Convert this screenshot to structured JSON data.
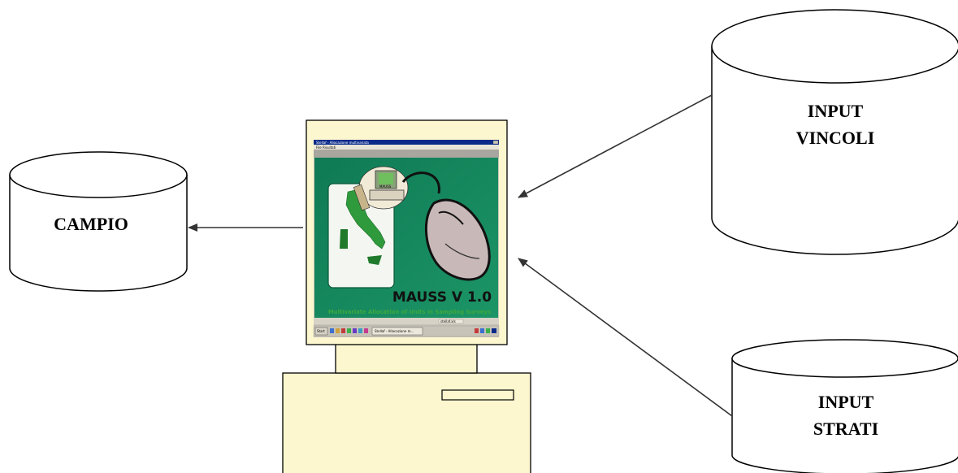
{
  "databases": {
    "campio": {
      "label": "CAMPIO"
    },
    "vincoli": {
      "line1": "INPUT",
      "line2": "VINCOLI"
    },
    "strati": {
      "line1": "INPUT",
      "line2": "STRATI"
    }
  },
  "screen": {
    "window_title": "Stellaf - Allocazione multivariata",
    "menu": "File  Risultati",
    "app_title": "MAUSS V 1.0",
    "app_subtitle": "Multivariate Allocation of Units in Sampling Surveys",
    "mini_icon_label": "MAUSS",
    "status_text": "stellaf.xls",
    "taskbar": {
      "start": "Start",
      "task": "Stellaf - Allocazione m..."
    }
  },
  "colors": {
    "monitor_body": "#fdf7cf",
    "splash_green": "#17835c",
    "map_green": "#2f9a3c",
    "arrow": "#333333"
  }
}
